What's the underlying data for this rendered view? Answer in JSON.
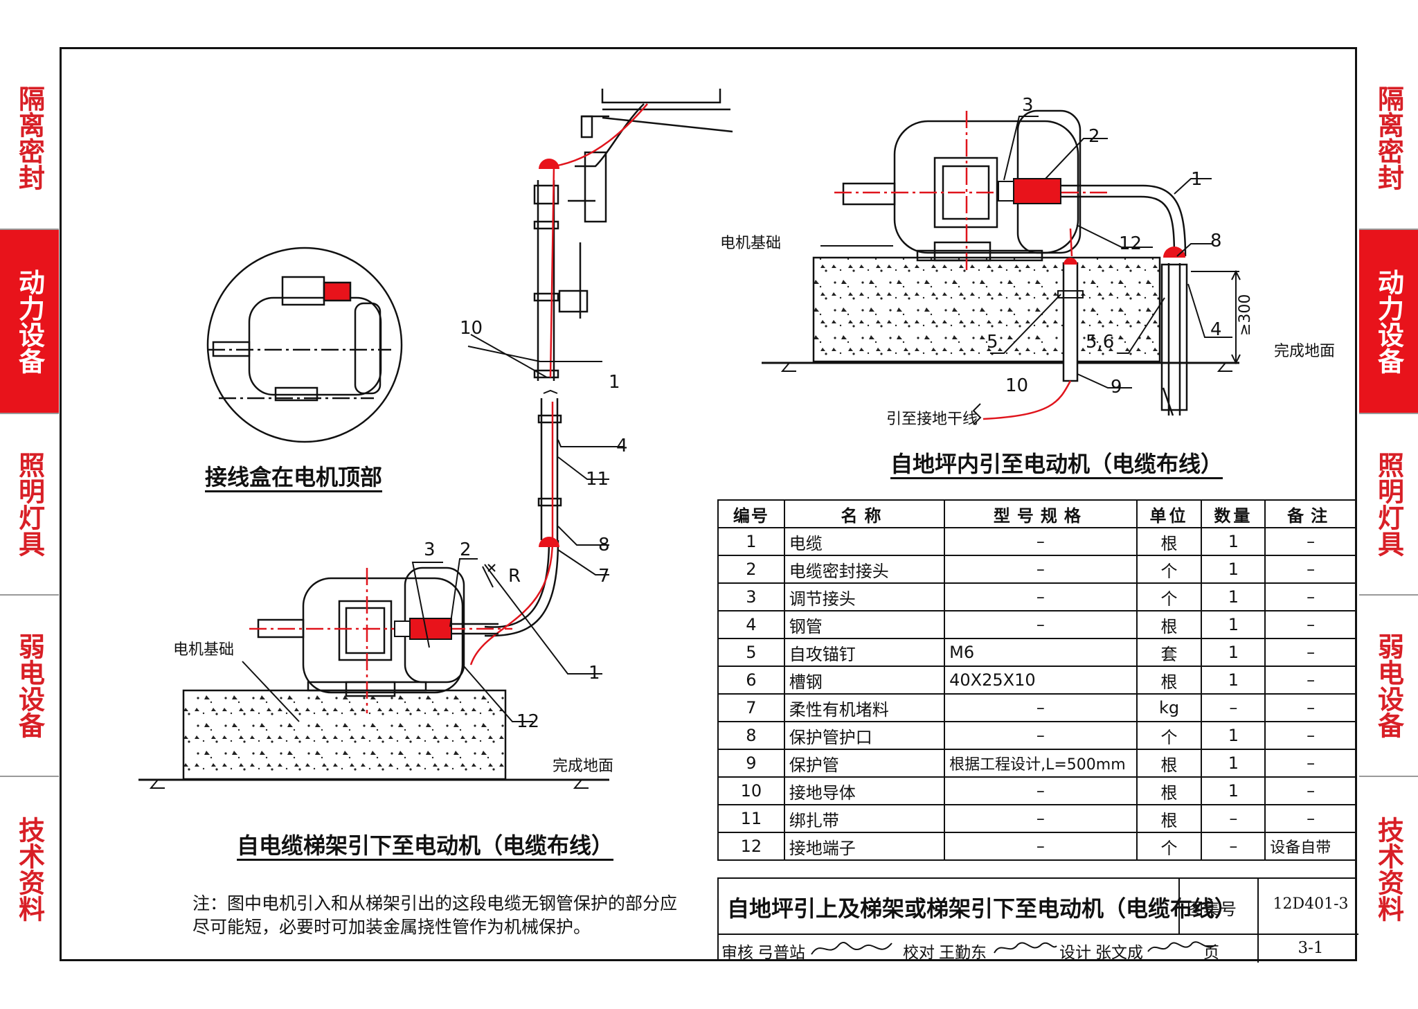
{
  "side_tabs": [
    {
      "label": "隔离密封",
      "active": false
    },
    {
      "label": "动力设备",
      "active": true
    },
    {
      "label": "照明灯具",
      "active": false
    },
    {
      "label": "弱电设备",
      "active": false
    },
    {
      "label": "技术资料",
      "active": false
    }
  ],
  "drawing": {
    "inset_caption": "接线盒在电机顶部",
    "left_caption": "自电缆梯架引下至电动机（电缆布线）",
    "right_caption": "自地坪内引至电动机（电缆布线）",
    "motor_base_label": "电机基础",
    "finished_floor_label": "完成地面",
    "ground_trunk_label": "引至接地干线",
    "dimension_label": "≥300",
    "radius_label": "R",
    "callouts_left": [
      "1",
      "2",
      "3",
      "4",
      "7",
      "8",
      "10",
      "11",
      "12",
      "1"
    ],
    "callouts_right": [
      "1",
      "2",
      "3",
      "4",
      "8",
      "12",
      "5",
      "5,6",
      "9",
      "10"
    ]
  },
  "table": {
    "headers": [
      "编号",
      "名称",
      "型号规格",
      "单位",
      "数量",
      "备注"
    ],
    "rows": [
      [
        "1",
        "电缆",
        "–",
        "根",
        "1",
        "–"
      ],
      [
        "2",
        "电缆密封接头",
        "–",
        "个",
        "1",
        "–"
      ],
      [
        "3",
        "调节接头",
        "–",
        "个",
        "1",
        "–"
      ],
      [
        "4",
        "钢管",
        "–",
        "根",
        "1",
        "–"
      ],
      [
        "5",
        "自攻锚钉",
        "M6",
        "套",
        "1",
        "–"
      ],
      [
        "6",
        "槽钢",
        "40X25X10",
        "根",
        "1",
        "–"
      ],
      [
        "7",
        "柔性有机堵料",
        "–",
        "kg",
        "–",
        "–"
      ],
      [
        "8",
        "保护管护口",
        "–",
        "个",
        "1",
        "–"
      ],
      [
        "9",
        "保护管",
        "根据工程设计,L=500mm",
        "根",
        "1",
        "–"
      ],
      [
        "10",
        "接地导体",
        "–",
        "根",
        "1",
        "–"
      ],
      [
        "11",
        "绑扎带",
        "–",
        "根",
        "–",
        "–"
      ],
      [
        "12",
        "接地端子",
        "–",
        "个",
        "–",
        "设备自带"
      ]
    ]
  },
  "title_block": {
    "title": "自地坪引上及梯架或梯架引下至电动机（电缆布线）",
    "atlas_label": "图集号",
    "atlas_no": "12D401-3",
    "review_label": "审核",
    "reviewer": "弓普站",
    "check_label": "校对",
    "checker": "王勤东",
    "design_label": "设计",
    "designer": "张文成",
    "page_label": "页",
    "page_no": "3-1"
  },
  "note": {
    "text": "注：图中电机引入和从梯架引出的这段电缆无钢管保护的部分应尽可能短，必要时可加装金属挠性管作为机械保护。"
  },
  "colors": {
    "accent_red": "#e8131b",
    "line": "#111111",
    "cable_red": "#e0141c"
  }
}
